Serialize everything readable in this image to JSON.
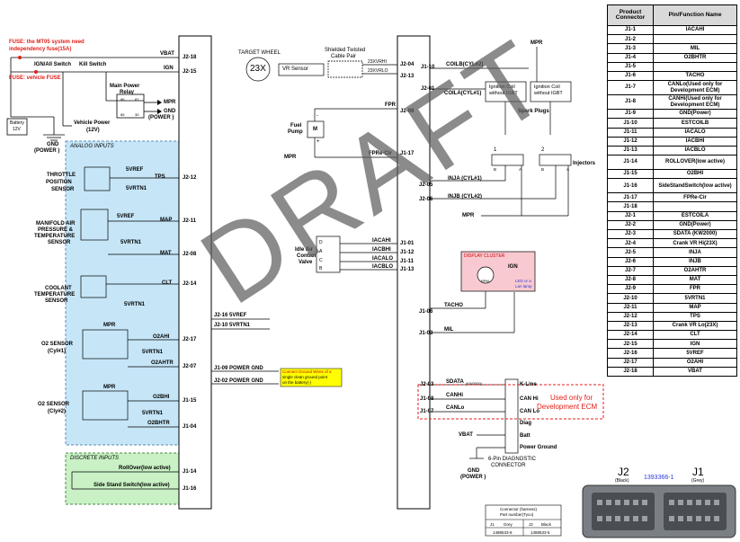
{
  "fuse": {
    "note1": "FUSE: the MT05 system need",
    "note2": "independency fuse(15A)",
    "note3": "FUSE: vehicle FUSE"
  },
  "left_power": {
    "ign_all_switch": "IGN/All Switch",
    "kill_switch": "Kill Switch",
    "main_power_relay_1": "Main Power",
    "main_power_relay_2": "Relay",
    "mpr": "MPR",
    "gnd_power_1": "GND",
    "gnd_power_2": "(POWER )",
    "vehicle_power_1": "Vehicle Power",
    "vehicle_power_2": "(12V)",
    "battery_1": "Battery",
    "battery_2": "12V",
    "gnd_left_1": "GND",
    "gnd_left_2": "(POWER )",
    "vbat": "VBAT",
    "ign": "IGN",
    "relay_pins": [
      "86",
      "87",
      "85",
      "30"
    ]
  },
  "analog": {
    "title": "ANALOG INPUTS",
    "throttle": [
      "THROTTLE",
      "POSITION",
      "SENSOR"
    ],
    "tps": "TPS",
    "svref": "5VREF",
    "svrtn": "5VRTN1",
    "map_sensor": [
      "MANIFOLD AIR",
      "PRESSURE &",
      "TEMPERATURE",
      "SENSOR"
    ],
    "map": "MAP",
    "mat": "MAT",
    "coolant": [
      "COOLANT",
      "TEMPERATURE",
      "SENSOR"
    ],
    "clt": "CLT",
    "o2_1": [
      "O2 SENSOR",
      "(Cyl#1)"
    ],
    "o2_2": [
      "O2 SENSOR",
      "(Cly#2)"
    ],
    "o2ahi": "O2AHI",
    "o2ahtr": "O2AHTR",
    "o2bhi": "O2BHI",
    "o2bhtr": "O2BHTR",
    "mpr": "MPR",
    "abc": [
      "A",
      "B",
      "C"
    ]
  },
  "discrete": {
    "title": "DISCRETE INPUTS",
    "rollover": "RollOver(low active)",
    "sidestand": "Side Stand Switch(low active)"
  },
  "conn_left_pins": [
    "J2-18",
    "J2-15",
    "J2-12",
    "J2-11",
    "J2-08",
    "J2-14",
    "J2-17",
    "J2-07",
    "J1-15",
    "J1-04",
    "J1-14",
    "J1-16"
  ],
  "center": {
    "svref": "5VREF",
    "svrtn": "5VRTN1",
    "j2_16": "J2-16",
    "j2_10": "J2-10",
    "j1_09": "J1-09",
    "j2_02": "J2-02",
    "power_gnd": "POWER GND",
    "ground_note": [
      "Connect Ground Wires of a",
      "single clean ground point",
      "on the battery(-)"
    ],
    "target_wheel": "TARGET WHEEL",
    "teeth": "23X",
    "vr_sensor": "VR Sensor",
    "shielded": [
      "Shielded Twisted",
      "Cable Pair"
    ],
    "vrhi": "23XVRHI",
    "vrlo": "23XVRLO",
    "fpr": "FPR",
    "fuel_pump": [
      "Fuel",
      "Pump"
    ],
    "mpr": "MPR",
    "fpre_cir": "FPRe-Cir",
    "iac_label": [
      "Idle Air",
      "Control",
      "Valve"
    ],
    "iac_sig": [
      "IACAHI",
      "IACBHI",
      "IACALO",
      "IACBLO"
    ],
    "iac_pins": [
      "D",
      "A",
      "C",
      "B"
    ],
    "minus": "-",
    "plus": "+",
    "m": "M"
  },
  "conn_mid_pins": [
    "J2-04",
    "J2-13",
    "J2-09",
    "J1-17",
    "J1-01",
    "J1-12",
    "J1-11",
    "J1-13"
  ],
  "right": {
    "mpr_top": "MPR",
    "coilb": "COILB(CYL#2)",
    "coila": "COILA(CYL#1)",
    "j1_10": "J1-10",
    "j2_01": "J2-01",
    "ignition_coil": [
      "Ignition Coil",
      "without IGBT"
    ],
    "spark_plugs": "Spark Plugs",
    "injectors": "Injectors",
    "inj_a": "INJA (CYL#1)",
    "inj_b": "INJB (CYL#2)",
    "j2_05": "J2-05",
    "j2_06": "J2-06",
    "mpr": "MPR",
    "inj_nums": [
      "1",
      "2"
    ],
    "inj_ab": [
      "B",
      "A"
    ],
    "display_cluster": "DISPLAY CLUSTER",
    "rpm": "RPM",
    "ign": "IGN",
    "led": [
      "LED or a",
      "Lan lamp"
    ],
    "tacho": "TACHO",
    "mil": "MIL",
    "j1_06": "J1-06",
    "j1_03": "J1-03",
    "sdata": "SDATA",
    "sdata_sub": "(KW2000)",
    "canhi": "CANHi",
    "canlo": "CANLo",
    "j2_03": "J2-03",
    "j1_08": "J1-08",
    "j1_07": "J1-07",
    "kline": "K-Line",
    "can_hi": "CAN Hi",
    "can_lo": "CAN Lo",
    "diag": "Diag",
    "batt": "Batt",
    "power_ground": "Power Ground",
    "vbat": "VBAT",
    "gnd": [
      "GND",
      "(POWER )"
    ],
    "six_pin": [
      "6-Pin DIAGNOSTIC",
      "CONNECTOR"
    ],
    "dev_ecm": [
      "Used only for",
      "Development ECM"
    ]
  },
  "connector_part": {
    "title": [
      "Connector (harness)",
      "Part number(Tyco)"
    ],
    "j1": "J1",
    "grey": "Grey",
    "j2": "J2",
    "black": "Black",
    "pn1": "1488533-6",
    "pn2": "1488533-5"
  },
  "ecm_pic": {
    "j2": "J2",
    "j2_color": "(Black)",
    "part": "1393366-1",
    "j1": "J1",
    "j1_color": "(Grey)"
  },
  "pin_table": {
    "head": [
      "Product Connector",
      "Pin/Function Name"
    ],
    "rows": [
      [
        "J1-1",
        "IACAHI"
      ],
      [
        "J1-2",
        ""
      ],
      [
        "J1-3",
        "MIL"
      ],
      [
        "J1-4",
        "O2BHTR"
      ],
      [
        "J1-5",
        ""
      ],
      [
        "J1-6",
        "TACHO"
      ],
      [
        "J1-7",
        "CANLo(Used only for Development ECM)"
      ],
      [
        "J1-8",
        "CANHi(Used only for Development ECM)"
      ],
      [
        "J1-9",
        "GND(Power)"
      ],
      [
        "J1-10",
        "ESTCOILB"
      ],
      [
        "J1-11",
        "IACALO"
      ],
      [
        "J1-12",
        "IACBHI"
      ],
      [
        "J1-13",
        "IACBLO"
      ],
      [
        "J1-14",
        "ROLLOVER(low active)"
      ],
      [
        "J1-15",
        "O2BHI"
      ],
      [
        "J1-16",
        "SideStandSwitch(low active)"
      ],
      [
        "J1-17",
        "FPRe-Cir"
      ],
      [
        "J1-18",
        ""
      ],
      [
        "J2-1",
        "ESTCOILA"
      ],
      [
        "J2-2",
        "GND(Power)"
      ],
      [
        "J2-3",
        "SDATA (KW2000)"
      ],
      [
        "J2-4",
        "Crank VR Hi(23X)"
      ],
      [
        "J2-5",
        "INJA"
      ],
      [
        "J2-6",
        "INJB"
      ],
      [
        "J2-7",
        "O2AHTR"
      ],
      [
        "J2-8",
        "MAT"
      ],
      [
        "J2-9",
        "FPR"
      ],
      [
        "J2-10",
        "5VRTN1"
      ],
      [
        "J2-11",
        "MAP"
      ],
      [
        "J2-12",
        "TPS"
      ],
      [
        "J2-13",
        "Crank VR Lo(23X)"
      ],
      [
        "J2-14",
        "CLT"
      ],
      [
        "J2-15",
        "IGN"
      ],
      [
        "J2-16",
        "5VREF"
      ],
      [
        "J2-17",
        "O2AHI"
      ],
      [
        "J2-18",
        "VBAT"
      ]
    ]
  },
  "watermark": "DRAFT",
  "colors": {
    "analog_bg": "#c6e6f8",
    "discrete_bg": "#c9f1c5",
    "cluster_bg": "#f8c9d0",
    "note_bg": "#ffff00",
    "red": "#e0201b",
    "blue": "#2a3ad6"
  }
}
